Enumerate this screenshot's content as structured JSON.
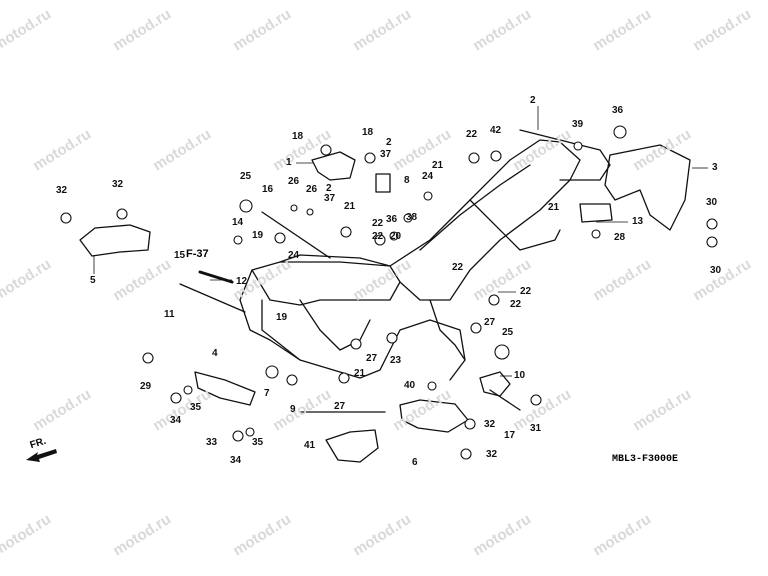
{
  "watermark": "motod.ru",
  "diagram_code": "MBL3-F3000E",
  "front_label": "FR.",
  "reference": "F-37",
  "callouts": [
    "1",
    "2",
    "3",
    "4",
    "5",
    "6",
    "7",
    "8",
    "9",
    "10",
    "11",
    "12",
    "13",
    "14",
    "15",
    "16",
    "17",
    "18",
    "19",
    "20",
    "21",
    "22",
    "23",
    "24",
    "25",
    "26",
    "27",
    "28",
    "29",
    "30",
    "31",
    "32",
    "33",
    "34",
    "35",
    "36",
    "37",
    "38",
    "39",
    "40",
    "41",
    "42"
  ],
  "colors": {
    "line": "#111111",
    "watermark": "#d9d9d9"
  }
}
